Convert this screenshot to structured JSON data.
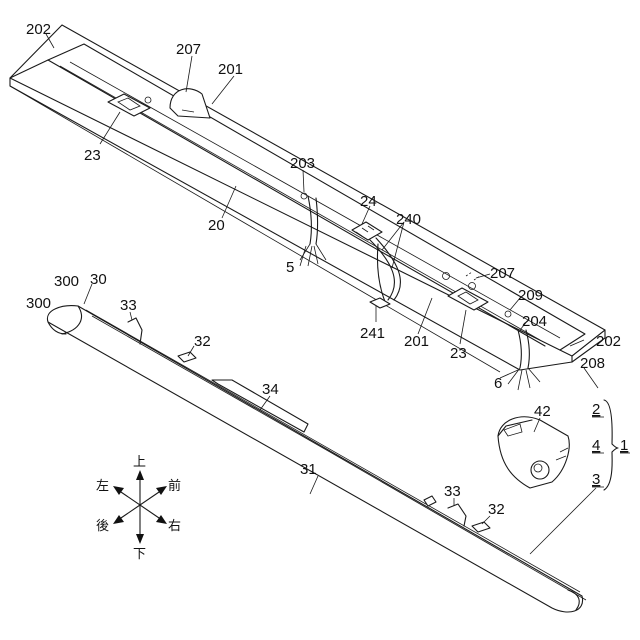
{
  "labels": {
    "l202a": "202",
    "l207a": "207",
    "l201a": "201",
    "l23a": "23",
    "l203": "203",
    "l20": "20",
    "l24": "24",
    "l240": "240",
    "l5": "5",
    "l207b": "207",
    "l209": "209",
    "l204": "204",
    "l202b": "202",
    "l241": "241",
    "l201b": "201",
    "l23b": "23",
    "l6": "6",
    "l208": "208",
    "l300a": "300",
    "l30": "30",
    "l300b": "300",
    "l33a": "33",
    "l32a": "32",
    "l34": "34",
    "l42": "42",
    "l2": "2",
    "l4": "4",
    "l3": "3",
    "l1": "1",
    "l31": "31",
    "l33b": "33",
    "l32b": "32"
  },
  "compass": {
    "up": "上",
    "down": "下",
    "left": "左",
    "right": "右",
    "front": "前",
    "back": "後"
  }
}
